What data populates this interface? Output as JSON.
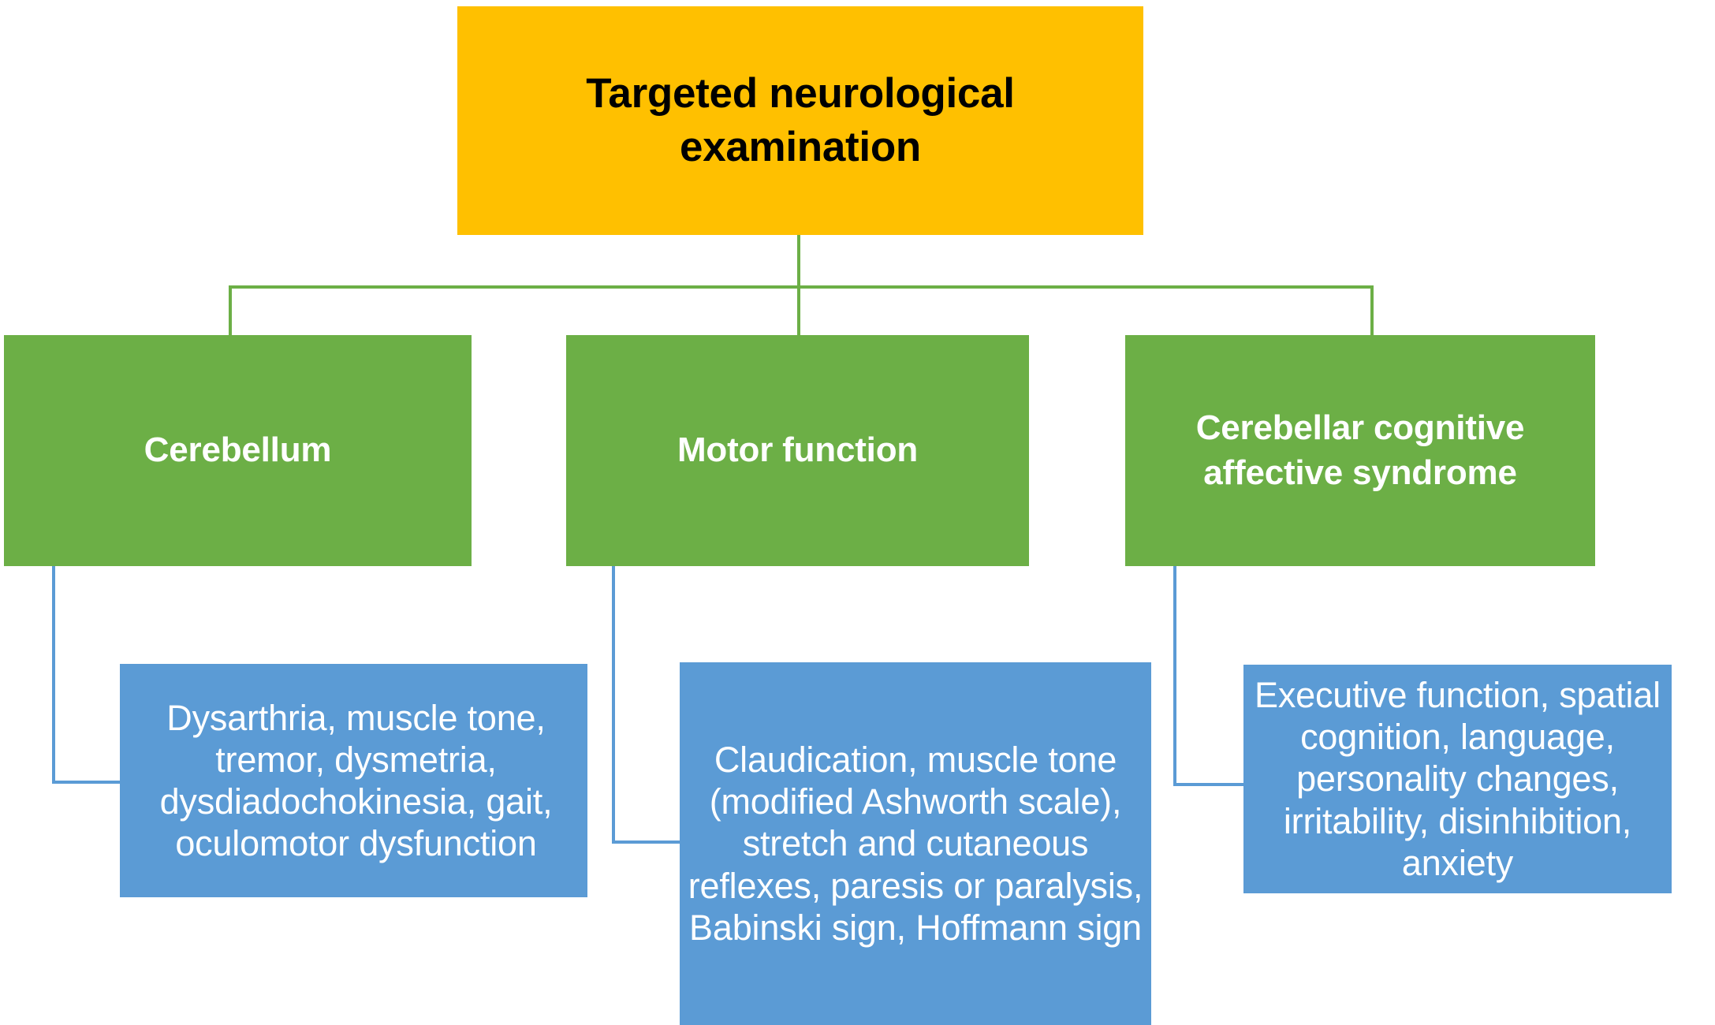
{
  "diagram": {
    "title": "Targeted neurological examination",
    "root": {
      "id": "targeted-neurological-examination",
      "label": "Targeted neurological\nexamination",
      "color": "#FFC000",
      "text_color": "#000000"
    },
    "branches": [
      {
        "id": "cerebellum",
        "label": "Cerebellum",
        "color": "#6CAF46",
        "text_color": "#FFFFFF",
        "detail": {
          "id": "cerebellum-findings",
          "label": "Dysarthria, muscle tone, tremor, dysmetria, dysdiadochokinesia, gait, oculomotor dysfunction",
          "color": "#5B9BD5",
          "text_color": "#FFFFFF"
        }
      },
      {
        "id": "motor-function",
        "label": "Motor function",
        "color": "#6CAF46",
        "text_color": "#FFFFFF",
        "detail": {
          "id": "motor-function-findings",
          "label": "Claudication, muscle tone (modified Ashworth scale), stretch and cutaneous reflexes, paresis or paralysis, Babinski sign, Hoffmann sign",
          "color": "#5B9BD5",
          "text_color": "#FFFFFF"
        }
      },
      {
        "id": "cerebellar-cognitive-affective-syndrome",
        "label": "Cerebellar cognitive\naffective syndrome",
        "color": "#6CAF46",
        "text_color": "#FFFFFF",
        "detail": {
          "id": "ccas-findings",
          "label": "Executive function, spatial cognition, language, personality changes, irritability, disinhibition, anxiety",
          "color": "#5B9BD5",
          "text_color": "#FFFFFF"
        }
      }
    ],
    "connector_colors": {
      "root_to_branch": "#6CAF46",
      "branch_to_detail": "#5B9BD5"
    }
  }
}
